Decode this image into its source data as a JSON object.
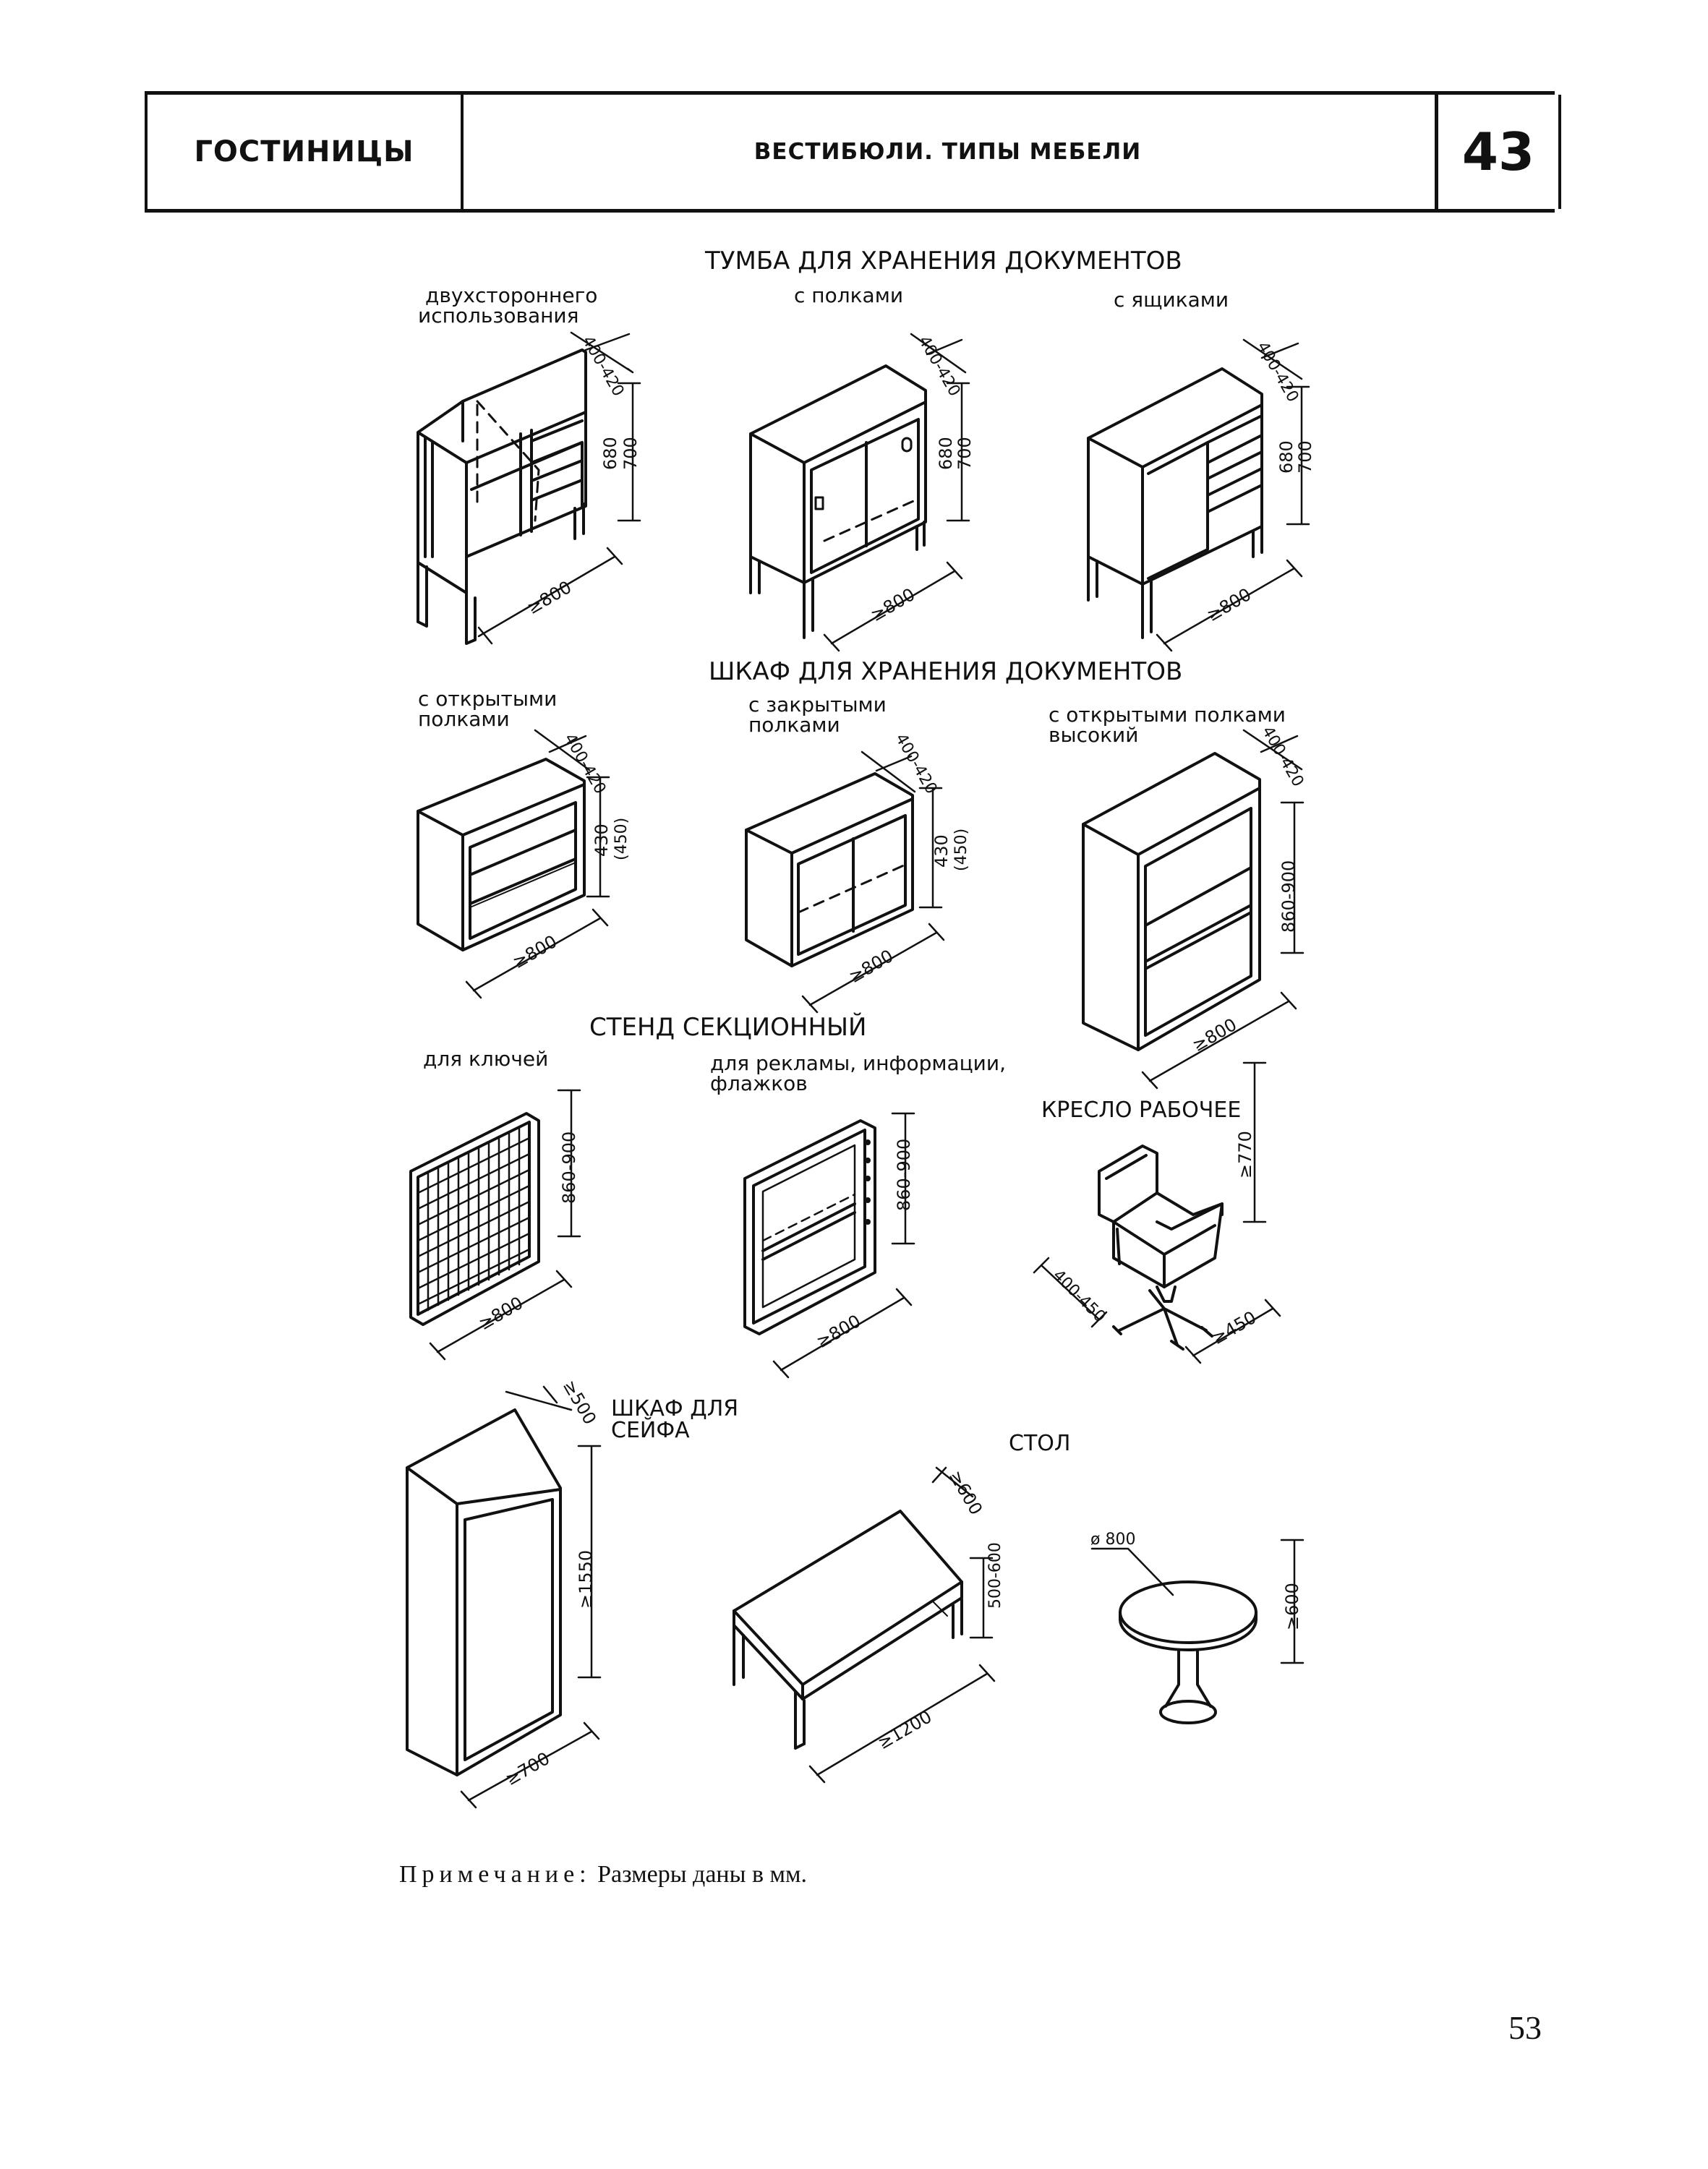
{
  "header": {
    "left": "ГОСТИНИЦЫ",
    "middle": "ВЕСТИБЮЛИ. ТИПЫ МЕБЕЛИ",
    "number": "43"
  },
  "sections": {
    "tumba": {
      "title": "ТУМБА ДЛЯ ХРАНЕНИЯ ДОКУМЕНТОВ",
      "items": [
        {
          "label_1": "двухстороннего",
          "label_2": "использования",
          "depth": "400-420",
          "h1": "680",
          "h2": "700",
          "width": "≥800"
        },
        {
          "label": "с полками",
          "depth": "400-420",
          "h1": "680",
          "h2": "700",
          "width": "≥800"
        },
        {
          "label": "с ящиками",
          "depth": "400-420",
          "h1": "680",
          "h2": "700",
          "width": "≥800"
        }
      ]
    },
    "shkaf": {
      "title": "ШКАФ ДЛЯ ХРАНЕНИЯ ДОКУМЕНТОВ",
      "items": [
        {
          "label_1": "с открытыми",
          "label_2": "полками",
          "depth": "400-420",
          "h1": "430",
          "h2": "(450)",
          "width": "≥800"
        },
        {
          "label_1": "с закрытыми",
          "label_2": "полками",
          "depth": "400-420",
          "h1": "430",
          "h2": "(450)",
          "width": "≥800"
        },
        {
          "label_1": "с открытыми  полками",
          "label_2": "высокий",
          "depth": "400-420",
          "height": "860-900",
          "width": "≥800"
        }
      ]
    },
    "stend": {
      "title": "СТЕНД СЕКЦИОННЫЙ",
      "items": [
        {
          "label": "для  ключей",
          "height": "860-900",
          "width": "≥800"
        },
        {
          "label_1": "для рекламы, информации,",
          "label_2": "флажков",
          "height": "860-900",
          "width": "≥800"
        }
      ]
    },
    "kreslo": {
      "title": "КРЕСЛО РАБОЧЕЕ",
      "height": "≥770",
      "depth": "400-450",
      "width": "≥450"
    },
    "seif": {
      "title_1": "ШКАФ ДЛЯ",
      "title_2": "СЕЙФА",
      "depth": "≥500",
      "height": "≥1550",
      "width": "≥700"
    },
    "stol": {
      "title": "СТОЛ",
      "rect_depth": "≥600",
      "rect_height": "500-600",
      "rect_width": "≥1200",
      "round_diameter": "ø 800",
      "round_height": "≥600"
    }
  },
  "note": {
    "lead": "Примечание:",
    "text": " Размеры даны в мм."
  },
  "page_number": "53"
}
